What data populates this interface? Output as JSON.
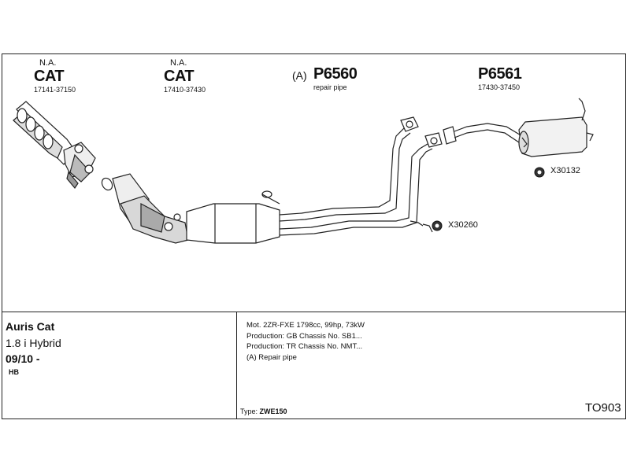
{
  "parts": {
    "cat1": {
      "na": "N.A.",
      "code": "CAT",
      "range": "17141-37150"
    },
    "cat2": {
      "na": "N.A.",
      "code": "CAT",
      "range": "17410-37430"
    },
    "p6560": {
      "prefix": "(A)",
      "code": "P6560",
      "sub": "repair pipe"
    },
    "p6561": {
      "code": "P6561",
      "range": "17430-37450"
    }
  },
  "callouts": {
    "x30132": "X30132",
    "x30260": "X30260"
  },
  "vehicle": {
    "title": "Auris Cat",
    "engine": "1.8 i Hybrid",
    "year": "09/10 -",
    "body": "HB"
  },
  "notes": [
    "Mot. 2ZR-FXE 1798cc, 99hp, 73kW",
    "Production: GB Chassis No. SB1...",
    "Production: TR Chassis No. NMT...",
    "(A) Repair pipe"
  ],
  "type": {
    "label": "Type:",
    "value": "ZWE150"
  },
  "ref_code": "TO903",
  "colors": {
    "line": "#222222",
    "shade": "#9a9a9a"
  }
}
